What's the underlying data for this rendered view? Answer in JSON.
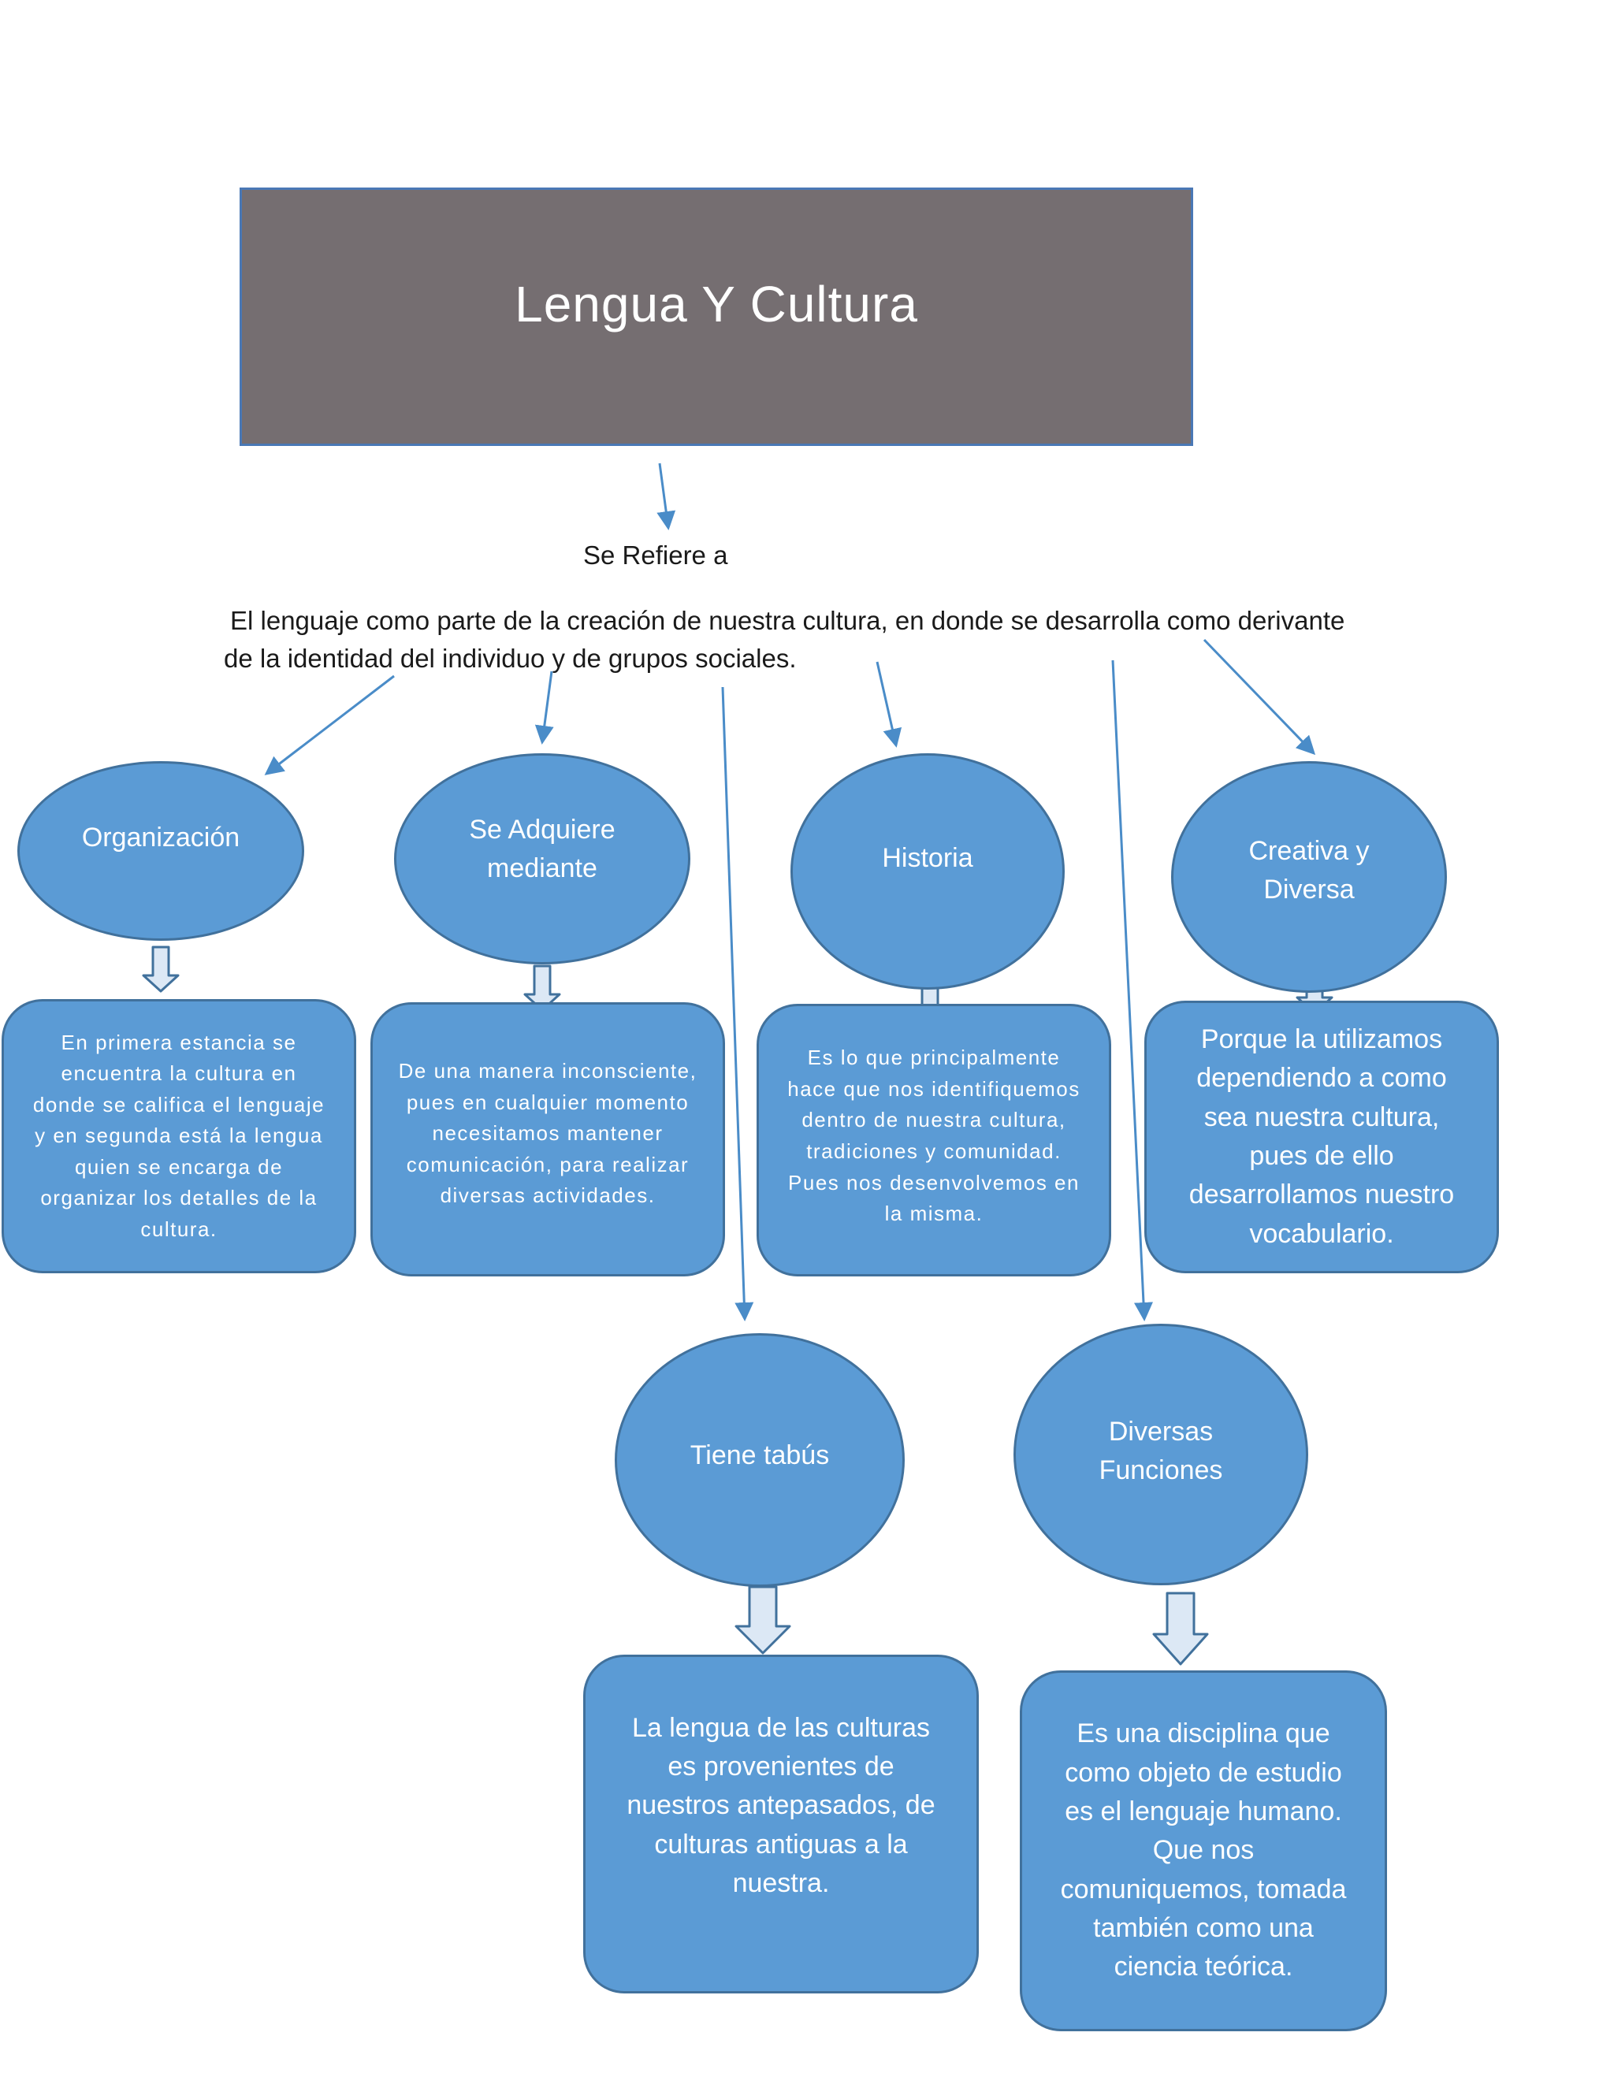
{
  "title": "Lengua Y Cultura",
  "refiere": "Se Refiere a",
  "definition": {
    "line1": "El lenguaje como parte de la creación de nuestra cultura, en donde se desarrolla como derivante",
    "line2": "de la identidad del individuo y de grupos sociales."
  },
  "nodes": [
    {
      "label_1": "Organización",
      "label_2": "",
      "detail": "En primera estancia se encuentra la cultura en donde se califica el lenguaje y en segunda está la lengua quien se encarga de organizar los detalles de la cultura."
    },
    {
      "label_1": "Se Adquiere",
      "label_2": "mediante",
      "detail": "De una manera inconsciente, pues en cualquier momento necesitamos mantener comunicación, para realizar diversas actividades."
    },
    {
      "label_1": "Historia",
      "label_2": "",
      "detail": "Es lo que principalmente hace que nos identifiquemos dentro de nuestra cultura, tradiciones y comunidad. Pues nos desenvolvemos en la misma."
    },
    {
      "label_1": "Creativa y",
      "label_2": "Diversa",
      "detail": "Porque la utilizamos dependiendo a como sea nuestra cultura, pues de ello desarrollamos nuestro vocabulario."
    },
    {
      "label_1": "Tiene tabús",
      "label_2": "",
      "detail": "La lengua de las culturas es provenientes de nuestros antepasados, de culturas antiguas a la nuestra."
    },
    {
      "label_1": "Diversas",
      "label_2": "Funciones",
      "detail": "Es una disciplina que como objeto de estudio es el lenguaje humano. Que nos comuniquemos, tomada también como una ciencia teórica."
    }
  ],
  "colors": {
    "title_fill": "#756e71",
    "node_fill": "#5b9bd5",
    "node_border": "#41719c",
    "connector": "#4a8cc8",
    "block_arrow_fill": "#dce8f5"
  }
}
